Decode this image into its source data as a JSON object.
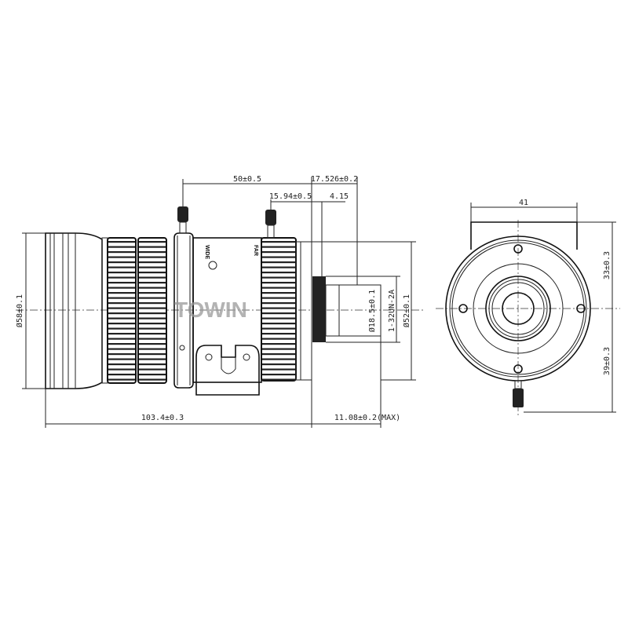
{
  "watermark": "TOWIN",
  "side_view": {
    "ring_marks": [
      "WIDE",
      "FAR"
    ],
    "dimensions": {
      "front_diameter": "Ø58±0.1",
      "rear_diameter": "Ø52±0.1",
      "flange_diameter": "Ø18.5±0.1",
      "thread": "1-32UN-2A",
      "zoom_knob_to_flange": "50±0.5",
      "focus_knob_to_flange": "15.94±0.5",
      "flange_back": "17.526±0.2",
      "mount_offset": "4.15",
      "total_length": "103.4±0.3",
      "back_protrusion": "11.08±0.2(MAX)"
    }
  },
  "rear_view": {
    "dimensions": {
      "mount_width": "41",
      "upper_height": "33±0.3",
      "lower_height": "39±0.3"
    }
  }
}
